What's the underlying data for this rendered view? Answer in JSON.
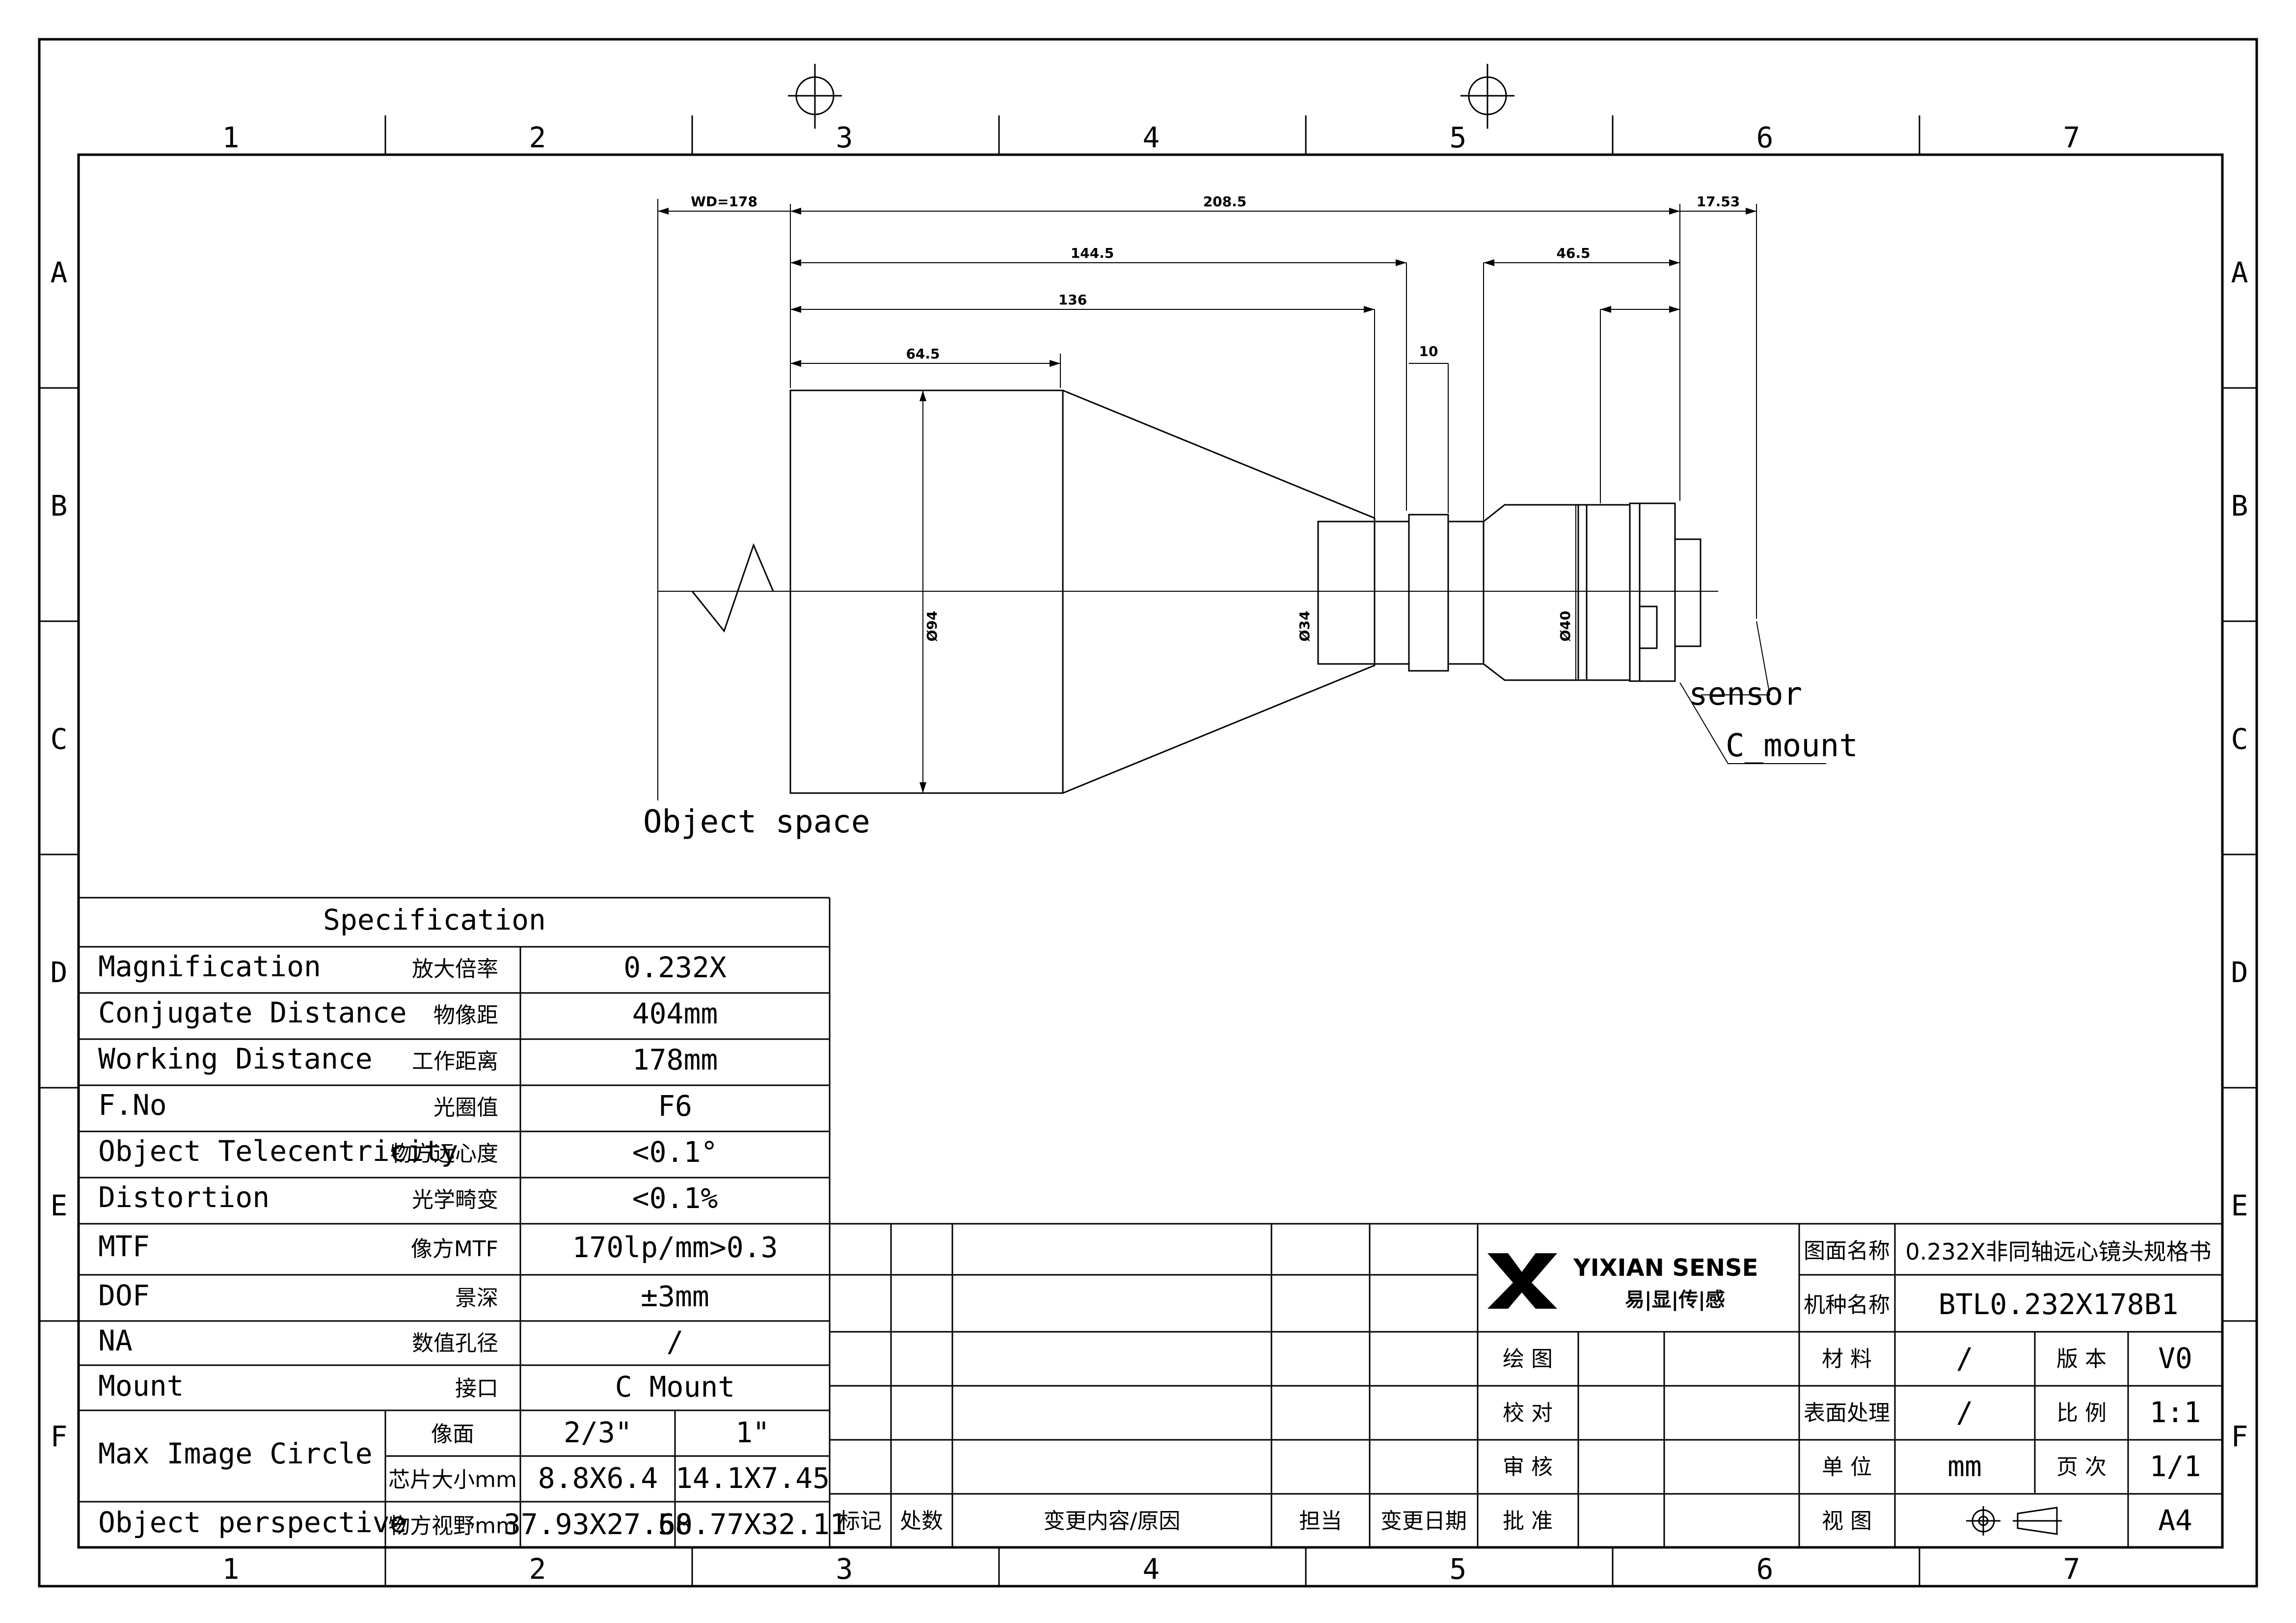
{
  "grid": {
    "cols": [
      "1",
      "2",
      "3",
      "4",
      "5",
      "6",
      "7"
    ],
    "rows": [
      "A",
      "B",
      "C",
      "D",
      "E",
      "F"
    ]
  },
  "drawing": {
    "dimensions": {
      "wd": "WD=178",
      "d208": "208.5",
      "d17": "17.53",
      "d144": "144.5",
      "d46": "46.5",
      "d136": "136",
      "d10": "10",
      "d64": "64.5",
      "phi94": "Ø94",
      "phi34": "Ø34",
      "phi40": "Ø40"
    },
    "labels": {
      "sensor": "sensor",
      "c_mount": "C_mount",
      "object_space": "Object space"
    }
  },
  "spec": {
    "title": "Specification",
    "rows": [
      {
        "en": "Magnification",
        "cn": "放大倍率",
        "val": "0.232X"
      },
      {
        "en": "Conjugate Distance",
        "cn": "物像距",
        "val": "404mm"
      },
      {
        "en": "Working Distance",
        "cn": "工作距离",
        "val": "178mm"
      },
      {
        "en": "F.No",
        "cn": "光圈值",
        "val": "F6"
      },
      {
        "en": "Object Telecentricity",
        "cn": "物方远心度",
        "val": "<0.1°"
      },
      {
        "en": "Distortion",
        "cn": "光学畸变",
        "val": "<0.1%"
      },
      {
        "en": "MTF",
        "cn": "像方MTF",
        "val": "170lp/mm>0.3"
      },
      {
        "en": "DOF",
        "cn": "景深",
        "val": "±3mm"
      },
      {
        "en": "NA",
        "cn": "数值孔径",
        "val": "/"
      },
      {
        "en": "Mount",
        "cn": "接口",
        "val": "C Mount"
      }
    ],
    "image_circle": {
      "en": "Max Image Circle",
      "cn1": "像面",
      "v1a": "2/3\"",
      "v1b": "1\"",
      "cn2": "芯片大小mm",
      "v2a": "8.8X6.4",
      "v2b": "14.1X7.45"
    },
    "perspective": {
      "en": "Object perspective",
      "cn": "物方视野mm",
      "va": "37.93X27.58",
      "vb": "60.77X32.11"
    }
  },
  "revision": {
    "headers": [
      "标记",
      "处数",
      "变更内容/原因",
      "担当",
      "变更日期"
    ]
  },
  "titleblock": {
    "logo_en": "YIXIAN SENSE",
    "logo_cn": "易|显|传|感",
    "drawing_name_label": "图面名称",
    "drawing_name": "0.232X非同轴远心镜头规格书",
    "model_label": "机种名称",
    "model": "BTL0.232X178B1",
    "draw": "绘 图",
    "check": "校 对",
    "review": "审 核",
    "approve": "批 准",
    "material_label": "材 料",
    "material": "/",
    "version_label": "版 本",
    "version": "V0",
    "surface_label": "表面处理",
    "surface": "/",
    "scale_label": "比 例",
    "scale": "1:1",
    "unit_label": "单 位",
    "unit": "mm",
    "page_label": "页 次",
    "page": "1/1",
    "view_label": "视 图",
    "size": "A4"
  }
}
